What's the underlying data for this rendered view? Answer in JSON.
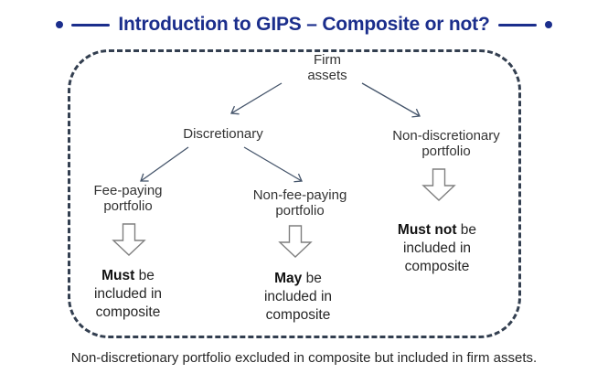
{
  "title": {
    "text": "Introduction to GIPS – Composite or not?"
  },
  "nodes": {
    "firm_assets": {
      "line1": "Firm",
      "line2": "assets"
    },
    "discretionary": {
      "label": "Discretionary"
    },
    "fee_paying": {
      "line1": "Fee-paying",
      "line2": "portfolio"
    },
    "non_fee_paying": {
      "line1": "Non-fee-paying",
      "line2": "portfolio"
    },
    "non_discretionary": {
      "line1": "Non-discretionary",
      "line2": "portfolio"
    }
  },
  "results": {
    "must": {
      "bold": "Must",
      "rest": " be",
      "line2": "included in",
      "line3": "composite"
    },
    "may": {
      "bold": "May",
      "rest": " be",
      "line2": "included in",
      "line3": "composite"
    },
    "must_not": {
      "bold": "Must not",
      "rest": " be",
      "line2": "included in",
      "line3": "composite"
    }
  },
  "caption": "Non-discretionary portfolio excluded in composite but included in firm assets.",
  "colors": {
    "title_blue": "#1b2e8c",
    "frame_border": "#333f50",
    "thin_arrow": "#44546a",
    "block_arrow_outline": "#7f7f7f",
    "body_text": "#262626"
  }
}
